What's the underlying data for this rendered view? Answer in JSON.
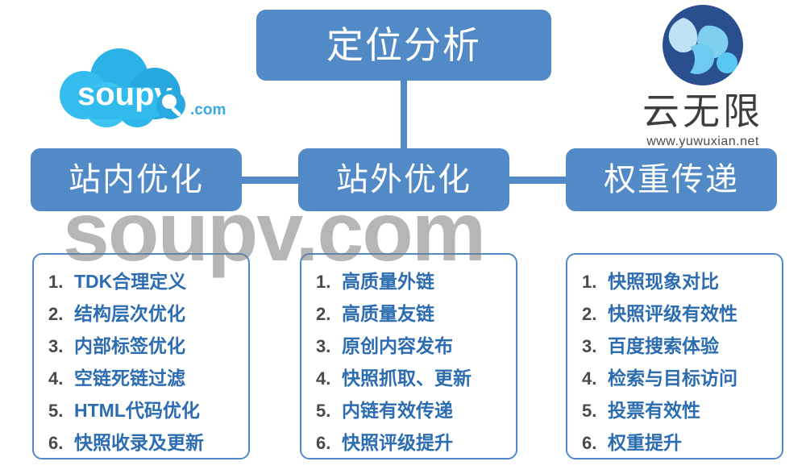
{
  "diagram": {
    "root": {
      "label": "定位分析"
    },
    "branches": [
      {
        "label": "站内优化"
      },
      {
        "label": "站外优化"
      },
      {
        "label": "权重传递"
      }
    ],
    "columns": [
      {
        "items": [
          {
            "num": "1.",
            "text": "TDK合理定义"
          },
          {
            "num": "2.",
            "text": "结构层次优化"
          },
          {
            "num": "3.",
            "text": "内部标签优化"
          },
          {
            "num": "4.",
            "text": "空链死链过滤"
          },
          {
            "num": "5.",
            "text": "HTML代码优化"
          },
          {
            "num": "6.",
            "text": "快照收录及更新"
          }
        ]
      },
      {
        "items": [
          {
            "num": "1.",
            "text": "高质量外链"
          },
          {
            "num": "2.",
            "text": "高质量友链"
          },
          {
            "num": "3.",
            "text": "原创内容发布"
          },
          {
            "num": "4.",
            "text": "快照抓取、更新"
          },
          {
            "num": "5.",
            "text": "内链有效传递"
          },
          {
            "num": "6.",
            "text": "快照评级提升"
          }
        ]
      },
      {
        "items": [
          {
            "num": "1.",
            "text": "快照现象对比"
          },
          {
            "num": "2.",
            "text": "快照评级有效性"
          },
          {
            "num": "3.",
            "text": "百度搜索体验"
          },
          {
            "num": "4.",
            "text": "检索与目标访问"
          },
          {
            "num": "5.",
            "text": "投票有效性"
          },
          {
            "num": "6.",
            "text": "权重提升"
          }
        ]
      }
    ]
  },
  "watermark": {
    "text": "soupv.com"
  },
  "logos": {
    "soupv": {
      "wordmark": "soupv",
      "tld": ".com"
    },
    "yuwuxian": {
      "name": "云无限",
      "url": "www.yuwuxian.net"
    }
  },
  "colors": {
    "header_blue": "#5289c7",
    "list_text_blue": "#2c6cb0",
    "list_num_gray": "#4a4a4a",
    "watermark_gray": "#787a7d",
    "cloud_cyan": "#29b6e8",
    "orb_dark_blue": "#2a4f8f"
  }
}
